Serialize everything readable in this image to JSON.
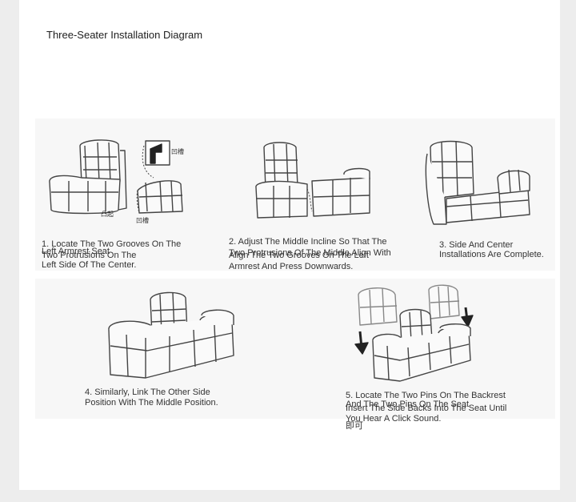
{
  "page": {
    "title": "Three-Seater Installation Diagram"
  },
  "steps": [
    {
      "caption_line1": "1. Locate The Two Grooves On The",
      "caption_line2": "Left Armrest Seat",
      "caption_line3": "Two Protrusions On The",
      "caption_line4": "Left Side Of The Center.",
      "tag_groove": "凹槽",
      "tag_bump": "凸起",
      "tag_groove2": "凹槽"
    },
    {
      "caption_line1": "2. Adjust The Middle Incline So That The",
      "caption_line2": "Two Protrusions Of The Middle Align With",
      "caption_line3": "Align The Two Grooves On The Left",
      "caption_line4": "Armrest And Press Downwards."
    },
    {
      "caption_line1": "3. Side And Center",
      "caption_line2": "Installations Are Complete."
    },
    {
      "caption_line1": "4. Similarly, Link The Other Side",
      "caption_line2": "Position With The Middle Position."
    },
    {
      "caption_line1": "5. Locate The Two Pins On The Backrest",
      "caption_line2": "And The Two Pins On The Seat",
      "caption_line3": "Insert The Side Backs Into The Seat Until",
      "caption_line4": "You Hear A Click Sound.",
      "caption_line5": "即可"
    }
  ]
}
